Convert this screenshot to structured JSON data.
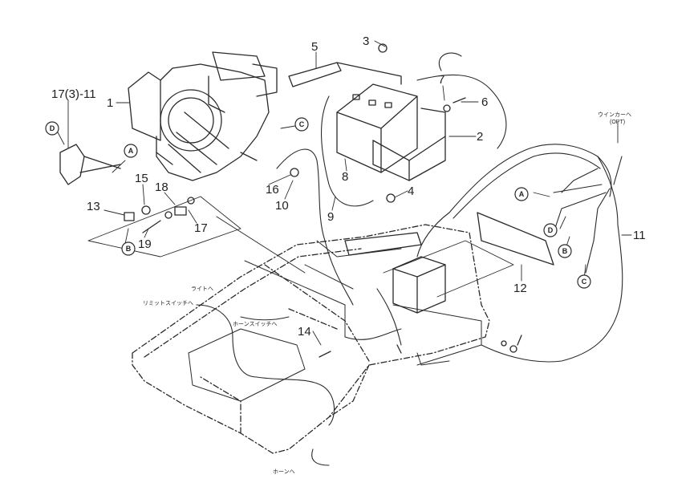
{
  "part_numbers": {
    "n1": "1",
    "n2": "2",
    "n3": "3",
    "n4": "4",
    "n5": "5",
    "n6": "6",
    "n7": "7",
    "n8": "8",
    "n9": "9",
    "n10": "10",
    "n11": "11",
    "n12": "12",
    "n13": "13",
    "n14": "14",
    "n15": "15",
    "n16": "16",
    "n17": "17",
    "n18": "18",
    "n19": "19",
    "n17ref": "17(3)-11"
  },
  "connectors": {
    "A": "A",
    "B": "B",
    "C": "C",
    "D": "D"
  },
  "annotations": {
    "winker": "ウインカーへ",
    "winker_opt": "(OPT)",
    "limit_switch": "リミットスイッチへ",
    "light": "ライトへ",
    "horn_switch": "ホーンスイッチへ",
    "horn": "ホーンへ"
  },
  "colors": {
    "line": "#2a2a2a",
    "background": "#ffffff"
  }
}
